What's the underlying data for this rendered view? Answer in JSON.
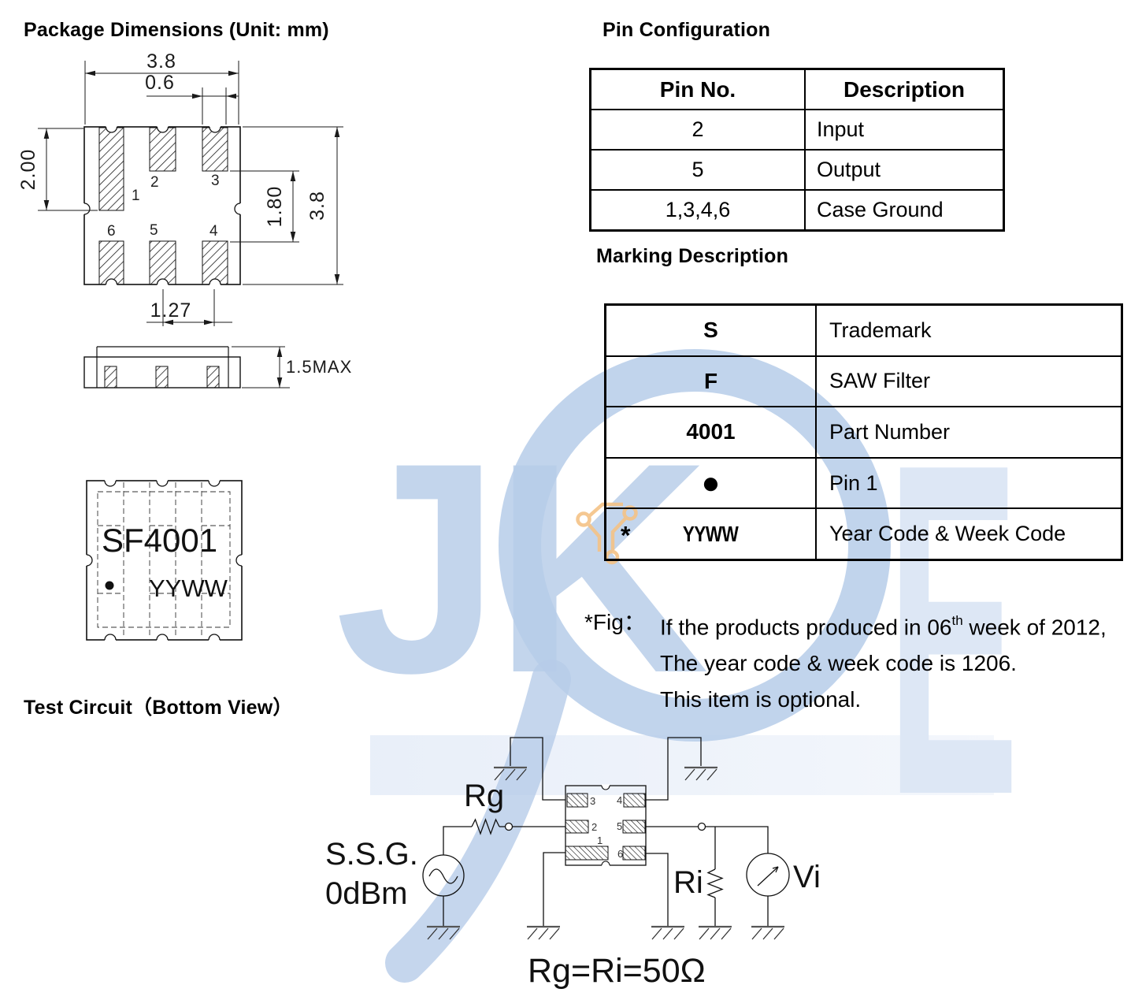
{
  "headings": {
    "package_dimensions": "Package Dimensions (Unit: mm)",
    "pin_configuration": "Pin Configuration",
    "marking_description": "Marking Description",
    "test_circuit": "Test Circuit（Bottom View）"
  },
  "pin_table": {
    "col_headers": [
      "Pin No.",
      "Description"
    ],
    "rows": [
      {
        "pin": "2",
        "desc": "Input"
      },
      {
        "pin": "5",
        "desc": "Output"
      },
      {
        "pin": "1,3,4,6",
        "desc": "Case Ground"
      }
    ]
  },
  "marking_table": {
    "rows": [
      {
        "mark": "S",
        "desc": "Trademark"
      },
      {
        "mark": "F",
        "desc": "SAW Filter"
      },
      {
        "mark": "4001",
        "desc": "Part Number"
      },
      {
        "mark": "●",
        "desc": "Pin 1"
      },
      {
        "mark": "YYWW",
        "desc": "Year Code & Week Code",
        "asterisk": "*"
      }
    ]
  },
  "note": {
    "label": "*Fig：",
    "line1_pre": "If the products produced in 06",
    "line1_sup": "th",
    "line1_post": " week of 2012,",
    "line2": "The year code & week code is 1206.",
    "line3": "This item is optional."
  },
  "package_drawing": {
    "dim_top_width": "3.8",
    "dim_pad_width": "0.6",
    "dim_pad_height": "2.00",
    "dim_inner_height": "1.80",
    "dim_overall_height": "3.8",
    "dim_pad_pitch": "1.27",
    "dim_profile_height": "1.5MAX",
    "pads": [
      "1",
      "2",
      "3",
      "4",
      "5",
      "6"
    ],
    "marking_part": "SF4001",
    "marking_datecode": "YYWW"
  },
  "test_circuit": {
    "source_name": "S.S.G.",
    "source_level": "0dBm",
    "rg": "Rg",
    "ri": "Ri",
    "vi": "Vi",
    "pins": [
      "1",
      "2",
      "3",
      "4",
      "5",
      "6"
    ],
    "equation": "Rg=Ri=50Ω"
  },
  "watermark": {
    "letters": "JK",
    "letter_e": "E"
  },
  "colors": {
    "ink": "#111111",
    "watermark_blue": "#b6cce9",
    "watermark_letters": "#c3d5ec",
    "watermark_pale": "#dde7f5",
    "watermark_orange": "#f4c387"
  }
}
